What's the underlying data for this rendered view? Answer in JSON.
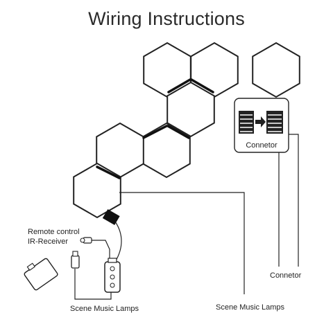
{
  "title": "Wiring Instructions",
  "labels": {
    "connector_box": "Connetor",
    "remote_line1": "Remote control",
    "remote_line2": "IR-Receiver",
    "scene_lamps_left": "Scene Music Lamps",
    "scene_lamps_right": "Scene Music Lamps",
    "connector_right": "Connetor"
  },
  "colors": {
    "line": "#222222",
    "background": "#ffffff"
  }
}
